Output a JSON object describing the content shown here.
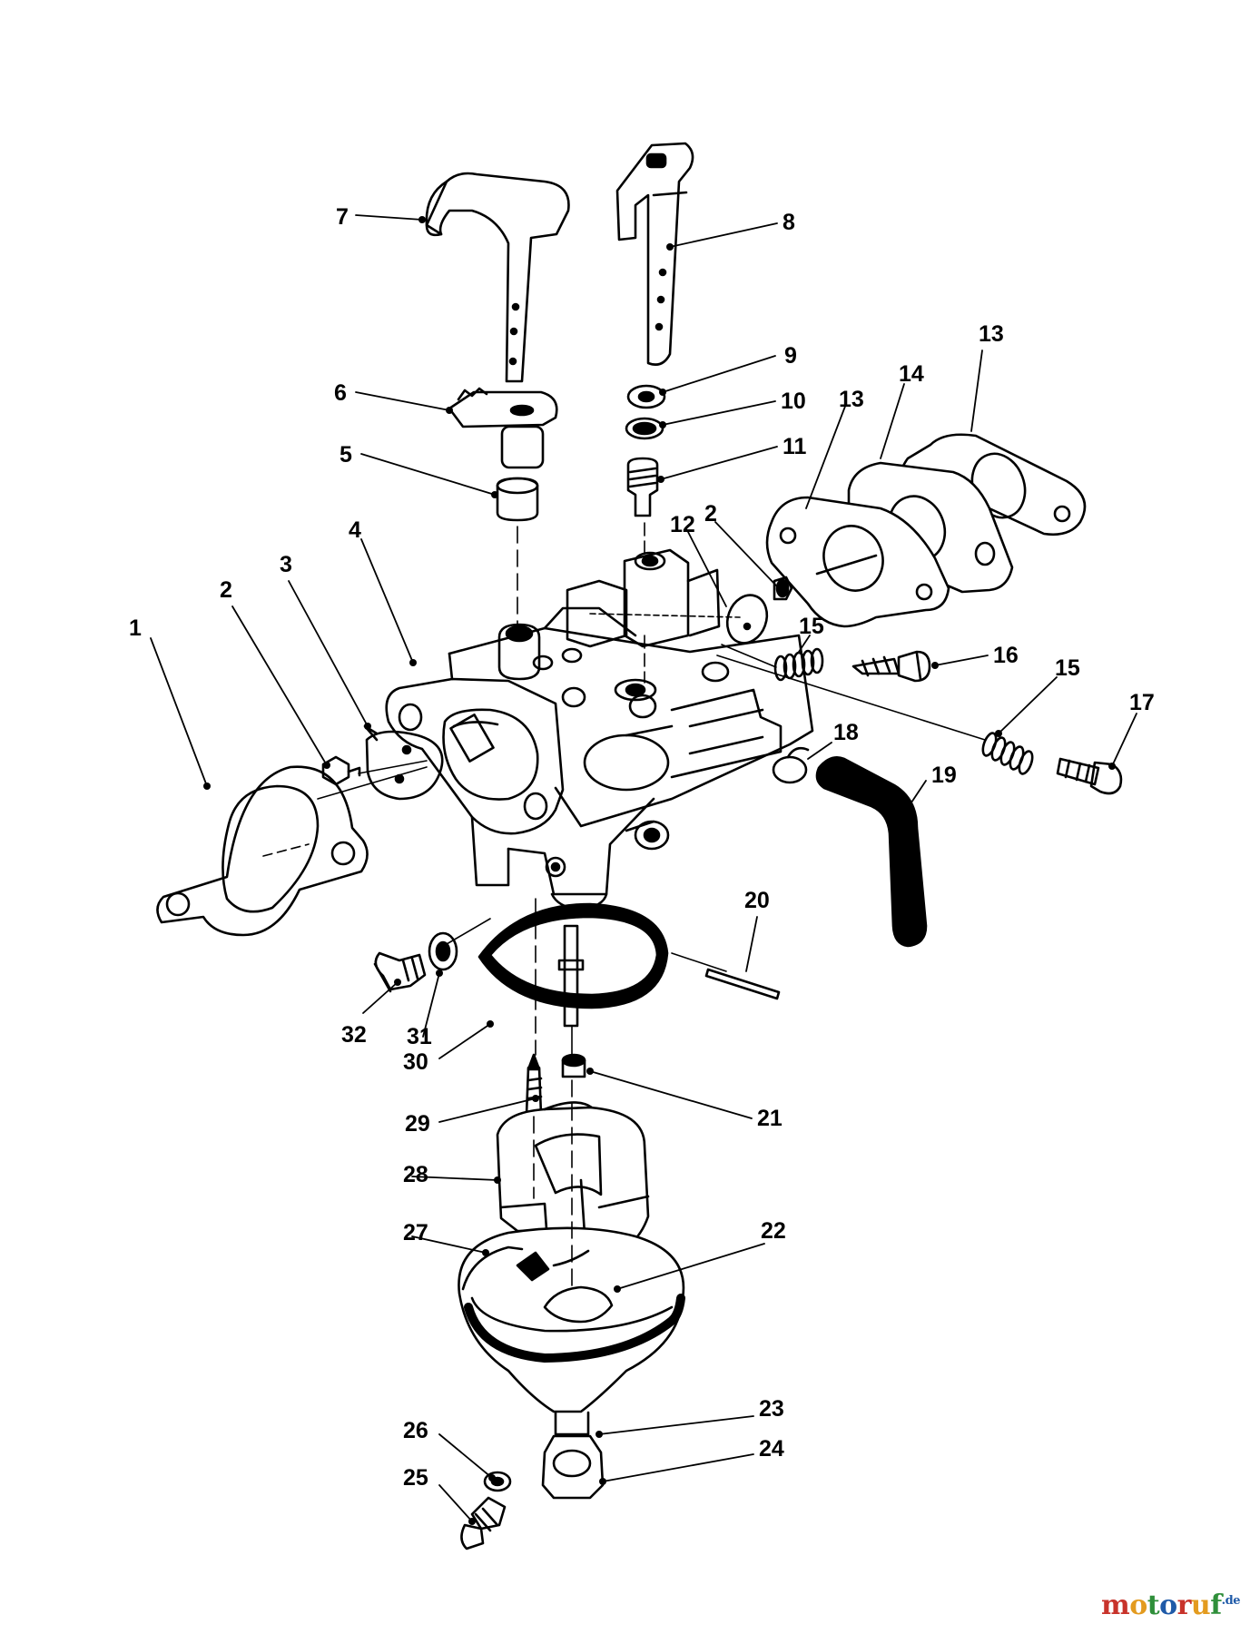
{
  "diagram": {
    "labels": [
      "1",
      "2",
      "3",
      "4",
      "5",
      "6",
      "7",
      "8",
      "9",
      "10",
      "11",
      "12",
      "13",
      "14",
      "15",
      "16",
      "17",
      "18",
      "19",
      "20",
      "21",
      "22",
      "23",
      "24",
      "25",
      "26",
      "27",
      "28",
      "29",
      "30",
      "31",
      "32"
    ]
  },
  "watermark": {
    "letters": [
      "m",
      "o",
      "t",
      "o",
      "r",
      "u",
      "f"
    ],
    "colors": [
      "#c8332b",
      "#e39b1f",
      "#2f8f3a",
      "#1f5aa8",
      "#c8332b",
      "#e39b1f",
      "#2f8f3a"
    ],
    "tld": ".de"
  }
}
